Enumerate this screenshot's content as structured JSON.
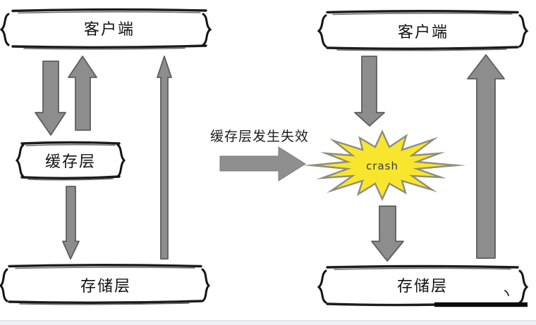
{
  "before": {
    "client_label": "客户端",
    "cache_label": "缓存层",
    "storage_label": "存储层"
  },
  "transition": {
    "label": "缓存层发生失效"
  },
  "after": {
    "client_label": "客户端",
    "crash_label": "crash",
    "storage_label": "存储层"
  },
  "colors": {
    "arrow_fill": "#8d8d8d",
    "arrow_border": "#5d5d5d",
    "ink_line": "#1c1c1c",
    "star_fill": "#f8e62e",
    "star_border": "#8f8d7c",
    "label_text": "#111111",
    "footer_strip": "#eef0f4"
  }
}
